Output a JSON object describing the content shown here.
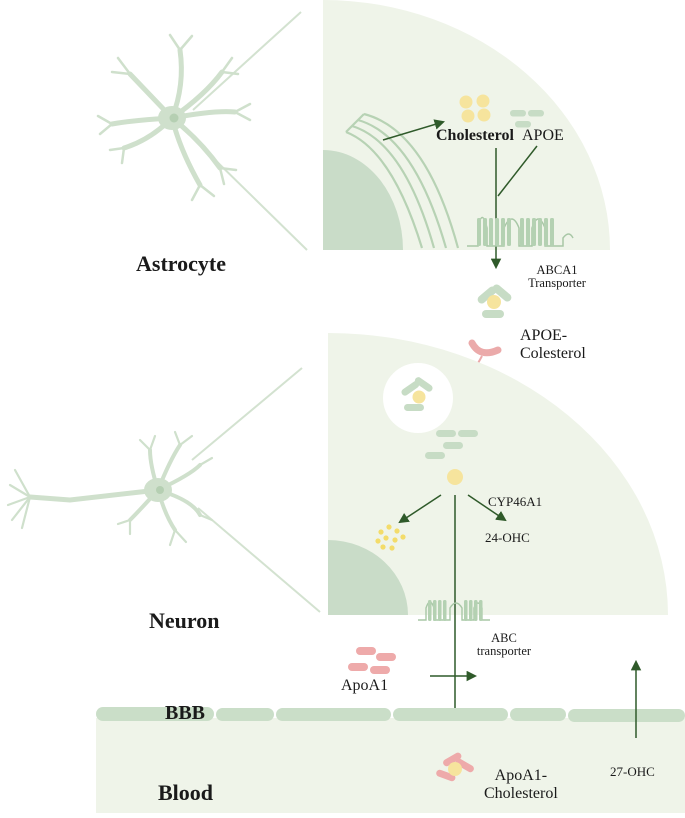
{
  "labels": {
    "astrocyte": "Astrocyte",
    "neuron": "Neuron",
    "bbb": "BBB",
    "blood": "Blood",
    "cholesterol": "Cholesterol",
    "apoe": "APOE",
    "abca1_line1": "ABCA1",
    "abca1_line2": "Transporter",
    "apoe_col_line1": "APOE-",
    "apoe_col_line2": "Colesterol",
    "cyp46a1": "CYP46A1",
    "ohc24": "24-OHC",
    "abc_line1": "ABC",
    "abc_line2": "transporter",
    "apoa1": "ApoA1",
    "apoa1_chol_line1": "ApoA1-",
    "apoa1_chol_line2": "Cholesterol",
    "ohc27": "27-OHC"
  },
  "colors": {
    "cell_fill": "#eff4e9",
    "nucleus": "#c9dcc8",
    "cell_body": "#d7e6d5",
    "arrow": "#2f5a2a",
    "cholesterol": "#f6e49d",
    "apoe": "#c7dcc5",
    "apoa1": "#eeaaaa",
    "receptor": "#ebaaaa",
    "membrane": "#b6d1b4",
    "blood_fill": "#eff4e9"
  }
}
